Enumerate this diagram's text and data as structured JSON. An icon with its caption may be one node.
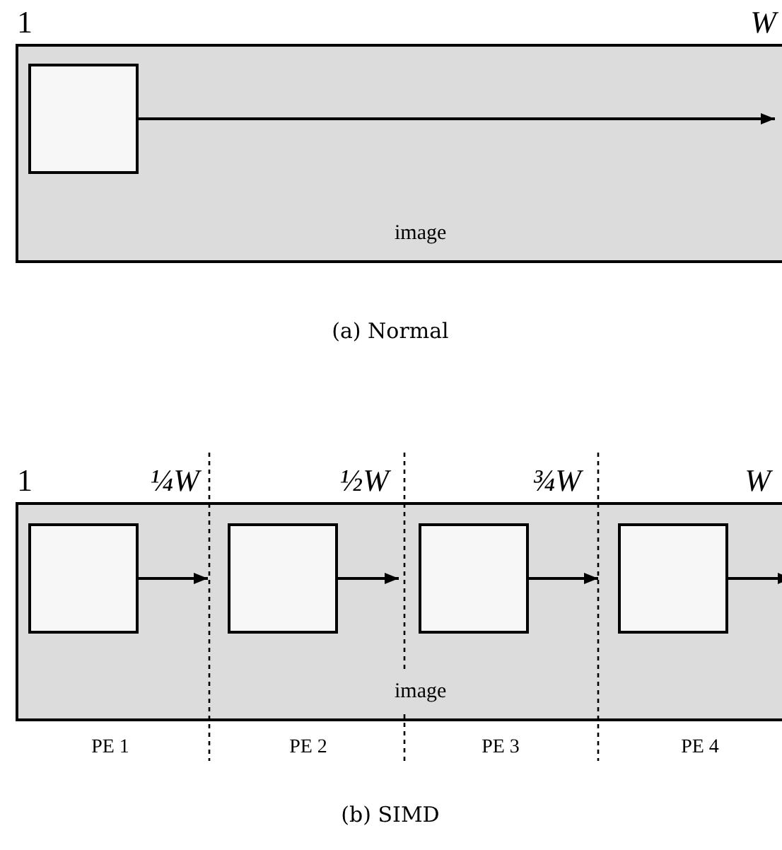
{
  "diagram": {
    "nodes": [
      {
        "text": [
          "image"
        ]
      },
      {
        "text": [],
        "shape": "box",
        "in": 0
      },
      {
        "text": [
          "image"
        ]
      },
      {
        "text": [],
        "shape": "box",
        "in": 2
      },
      {
        "text": [],
        "shape": "box",
        "in": 2
      },
      {
        "text": [],
        "shape": "box",
        "in": 2
      },
      {
        "text": [],
        "shape": "box",
        "in": 2
      }
    ],
    "edges": [
      {
        "from": 1,
        "to": null,
        "arrow": "to"
      },
      {
        "from": 3,
        "to": 4,
        "arrow": "to"
      },
      {
        "from": 4,
        "to": 5,
        "arrow": "to"
      },
      {
        "from": 5,
        "to": 6,
        "arrow": "to"
      },
      {
        "from": 6,
        "to": null,
        "arrow": "to"
      }
    ],
    "labels": [
      "1",
      "W",
      "(a) Normal",
      "1",
      "¼W",
      "½W",
      "¾W",
      "W",
      "PE 1",
      "PE 2",
      "PE 3",
      "PE 4",
      "(b) SIMD"
    ]
  }
}
